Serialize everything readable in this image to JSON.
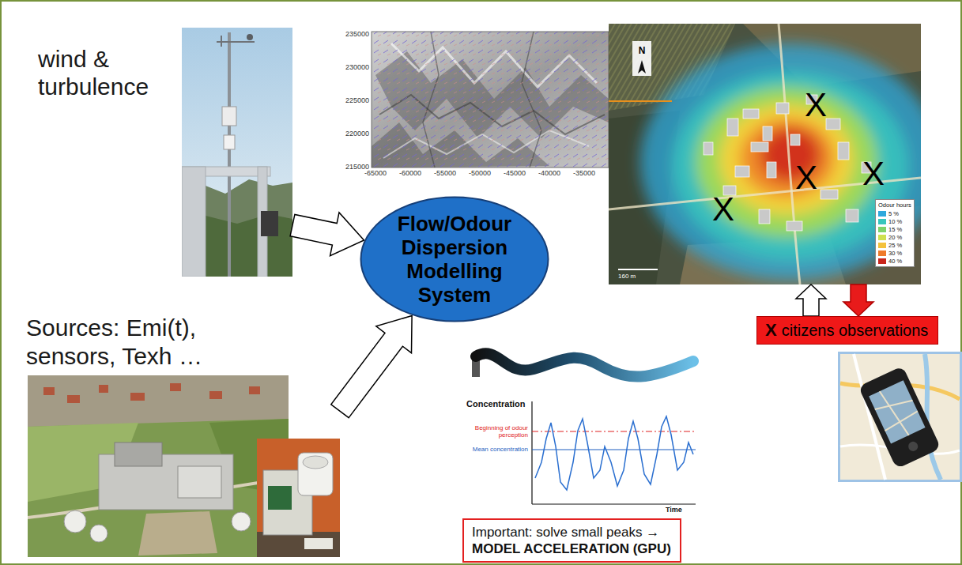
{
  "diagram": {
    "nodes": [
      {
        "text": [
          "wind & turbulence"
        ]
      },
      {
        "text": [
          "Sources: Emi(t), sensors, Texh …"
        ]
      },
      {
        "text": [
          "Flow/Odour Dispersion Modelling System"
        ]
      },
      {
        "text": [
          "N",
          "X",
          "X",
          "X",
          "X",
          "160 m"
        ]
      },
      {
        "text": [
          "X",
          "citizens observations"
        ]
      },
      {
        "text": [
          "Important: solve small peaks →",
          "MODEL ACCELERATION (GPU)"
        ]
      }
    ],
    "edges": [
      {
        "from": 0,
        "to": 2,
        "arrow": "to"
      },
      {
        "from": 1,
        "to": 2,
        "arrow": "to"
      },
      {
        "from": 4,
        "to": 3,
        "arrow": "to"
      },
      {
        "from": 3,
        "to": 4,
        "arrow": "to"
      }
    ],
    "labels": [
      "235000",
      "230000",
      "225000",
      "220000",
      "215000",
      "-65000",
      "-60000",
      "-55000",
      "-50000",
      "-45000",
      "-40000",
      "-35000",
      "Concentration",
      "Beginning of odour perception",
      "Mean concentration",
      "Time",
      "Odour hours"
    ],
    "legend": [
      {
        "text": "5 %",
        "color": "#2fa8dc"
      },
      {
        "text": "10 %",
        "color": "#38c6bd"
      },
      {
        "text": "15 %",
        "color": "#7fd36a"
      },
      {
        "text": "20 %",
        "color": "#cfe04f"
      },
      {
        "text": "25 %",
        "color": "#f4c23c"
      },
      {
        "text": "30 %",
        "color": "#ef7a2a"
      },
      {
        "text": "40 %",
        "color": "#c8261c"
      }
    ]
  }
}
